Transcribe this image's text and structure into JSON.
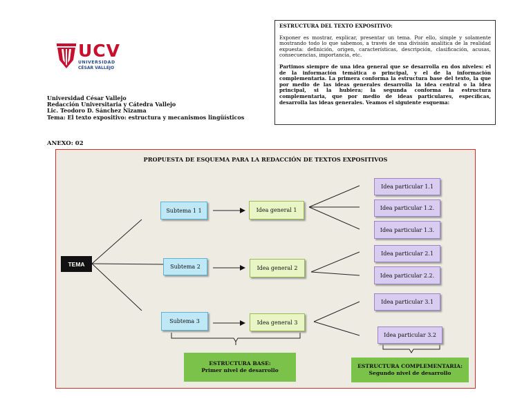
{
  "logo": {
    "brand": "UCV",
    "line1": "UNIVERSIDAD",
    "line2": "CÉSAR VALLEJO"
  },
  "header_info": [
    "Universidad César Vallejo",
    "Redacción Universitaria y Cátedra Vallejo",
    "Lic. Teodoro D. Sánchez Nizama",
    "Tema: El texto expositivo: estructura y mecanismos lingüísticos"
  ],
  "text_box": {
    "title": "ESTRUCTURA DEL TEXTO EXPOSITIVO:",
    "paragraph1": "Exponer es mostrar, explicar, presentar un tema. Por ello, simple y solamente mostrando todo lo que sabemos, a través de una división analítica de la realidad expuesta: definición, origen, características, descripción, clasificación, acusas, consecuencias, importancia, etc.",
    "paragraph2": "Partimos siempre de una idea general que se desarrolla en dos niveles: el de la información temática o principal, y el de la información complementaria. La primera conforma la estructura base del texto, la que por medio de las ideas generales desarrolla la idea central o la idea principal, si la hubiera; la segunda conforma la estructura complementaria, que por medio de ideas particulares, específicas, desarrolla las ideas generales. Veamos el siguiente esquema:"
  },
  "anexo": "ANEXO: 02",
  "diagram": {
    "title": "PROPUESTA DE ESQUEMA PARA LA REDACCIÓN DE TEXTOS EXPOSITIVOS",
    "tema": "TEMA",
    "subtemas": [
      "Subtema 1 1",
      "Subtema 2",
      "Subtema 3"
    ],
    "ideas_generales": [
      "Idea general 1",
      "Idea general 2",
      "Idea general  3"
    ],
    "ideas_particulares": [
      "Idea particular 1.1",
      "Idea particular 1.2.",
      "Idea particular  1.3.",
      "Idea particular 2.1",
      "Idea particular 2.2.",
      "Idea particular 3.1",
      "Idea particular 3.2"
    ],
    "estructura_base": {
      "title": "ESTRUCTURA BASE:",
      "subtitle": "Primer nivel de desarrollo"
    },
    "estructura_complementaria": {
      "title": "ESTRUCTURA COMPLEMENTARIA:",
      "subtitle": "Segundo nivel de desarrollo"
    }
  },
  "colors": {
    "panel_border": "#d42a2a",
    "panel_bg": "#eeece2",
    "subtema": "#bfe8f6",
    "idea_general": "#eaf5c6",
    "idea_particular": "#d8ccf0",
    "estructura": "#7bc24a",
    "logo_red": "#c8102e"
  }
}
